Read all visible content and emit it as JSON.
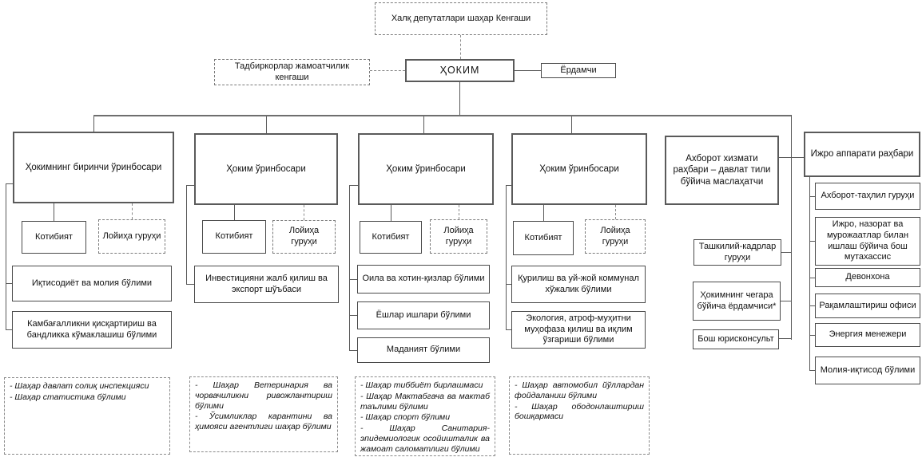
{
  "top": {
    "city_council": "Халқ депутатлари шаҳар Кенгаши",
    "mayor": "ҲОКИМ",
    "assistant": "Ёрдамчи",
    "entrepreneurs_council": "Тадбиркорлар жамоатчилик кенгаши"
  },
  "deputy1": {
    "title": "Ҳокимнинг биринчи ўринбосари",
    "secretariat": "Котибият",
    "project_group": "Лойиҳа гуруҳи",
    "units": [
      "Иқтисодиёт ва молия бўлими",
      "Камбағалликни қисқартириш ва бандликка кўмаклашиш бўлими"
    ],
    "affiliated": [
      "- Шаҳар давлат солиқ инспекцияси",
      "- Шаҳар статистика бўлими"
    ]
  },
  "deputy2": {
    "title": "Ҳоким ўринбосари",
    "secretariat": "Котибият",
    "project_group": "Лойиҳа гуруҳи",
    "units": [
      "Инвестицияни жалб қилиш ва экспорт шўъбаси"
    ],
    "affiliated": [
      "- Шаҳар Ветеринария ва чорвачиликни ривожлантириш бўлими",
      "- Ўсимликлар карантини ва ҳимояси агентлиги шаҳар бўлими"
    ]
  },
  "deputy3": {
    "title": "Ҳоким ўринбосари",
    "secretariat": "Котибият",
    "project_group": "Лойиҳа гуруҳи",
    "units": [
      "Оила ва хотин-қизлар бўлими",
      "Ёшлар ишлари бўлими",
      "Маданият бўлими"
    ],
    "affiliated": [
      "- Шаҳар тиббиёт бирлашмаси",
      "- Шаҳар Мактабгача ва мактаб таълими бўлими",
      "- Шаҳар спорт бўлими",
      "- Шаҳар Санитария-эпидемиологик осойишталик ва жамоат саломатлиги бўлими"
    ]
  },
  "deputy4": {
    "title": "Ҳоким ўринбосари",
    "secretariat": "Котибият",
    "project_group": "Лойиҳа гуруҳи",
    "units": [
      "Қурилиш ва уй-жой коммунал хўжалик бўлими",
      "Экология, атроф-муҳитни муҳофаза қилиш ва иқлим ўзгариши бўлими"
    ],
    "affiliated": [
      "- Шаҳар автомобил йўллардан фойдаланиш бўлими",
      "- Шаҳар ободонлаштириш бошқармаси"
    ]
  },
  "info_service": {
    "title": "Ахборот хизмати раҳбари – давлат тили бўйича маслаҳатчи",
    "units": [
      "Ташкилий-кадрлар гуруҳи",
      "Ҳокимнинг чегара бўйича ёрдамчиси*",
      "Бош юрисконсульт"
    ]
  },
  "exec_office": {
    "title": "Ижро аппарати раҳбари",
    "units": [
      "Ахборот-таҳлил гуруҳи",
      "Ижро, назорат ва мурожаатлар билан ишлаш бўйича бош мутахассис",
      "Девонхона",
      "Рақамлаштириш офиси",
      "Энергия менежери",
      "Молия-иқтисод бўлими"
    ]
  }
}
